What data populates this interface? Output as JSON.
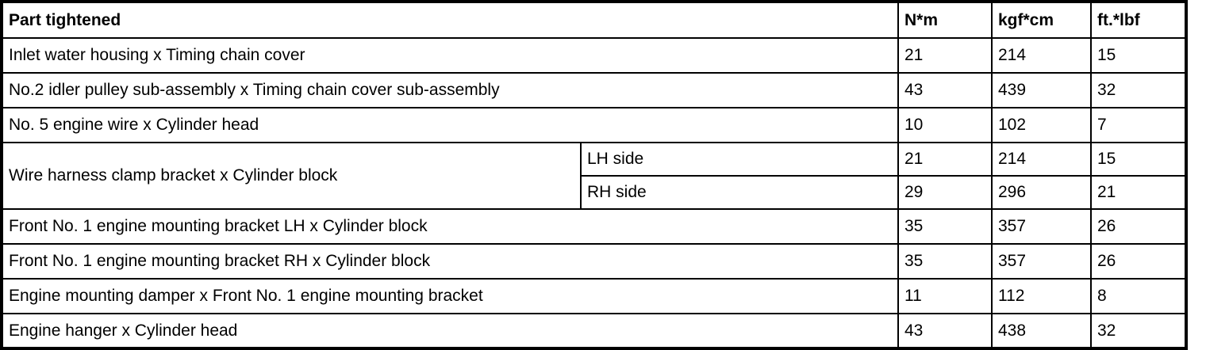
{
  "table": {
    "title": "Part tightened",
    "columns": {
      "part": "Part tightened",
      "nm": "N*m",
      "kgfcm": "kgf*cm",
      "ftlbf": "ft.*lbf"
    },
    "rows": [
      {
        "part": "Inlet water housing x Timing chain cover",
        "sub": null,
        "nm": "21",
        "kgfcm": "214",
        "ftlbf": "15"
      },
      {
        "part": "No.2 idler pulley sub-assembly x Timing chain cover sub-assembly",
        "sub": null,
        "nm": "43",
        "kgfcm": "439",
        "ftlbf": "32"
      },
      {
        "part": "No. 5 engine wire x Cylinder head",
        "sub": null,
        "nm": "10",
        "kgfcm": "102",
        "ftlbf": "7"
      },
      {
        "part": "Wire harness clamp bracket x Cylinder block",
        "sub": "LH side",
        "nm": "21",
        "kgfcm": "214",
        "ftlbf": "15"
      },
      {
        "part": null,
        "sub": "RH side",
        "nm": "29",
        "kgfcm": "296",
        "ftlbf": "21"
      },
      {
        "part": "Front No. 1 engine mounting bracket LH x Cylinder block",
        "sub": null,
        "nm": "35",
        "kgfcm": "357",
        "ftlbf": "26"
      },
      {
        "part": "Front No. 1 engine mounting bracket RH x Cylinder block",
        "sub": null,
        "nm": "35",
        "kgfcm": "357",
        "ftlbf": "26"
      },
      {
        "part": "Engine mounting damper x Front No. 1 engine mounting bracket",
        "sub": null,
        "nm": "11",
        "kgfcm": "112",
        "ftlbf": "8"
      },
      {
        "part": "Engine hanger x Cylinder head",
        "sub": null,
        "nm": "43",
        "kgfcm": "438",
        "ftlbf": "32"
      }
    ]
  }
}
